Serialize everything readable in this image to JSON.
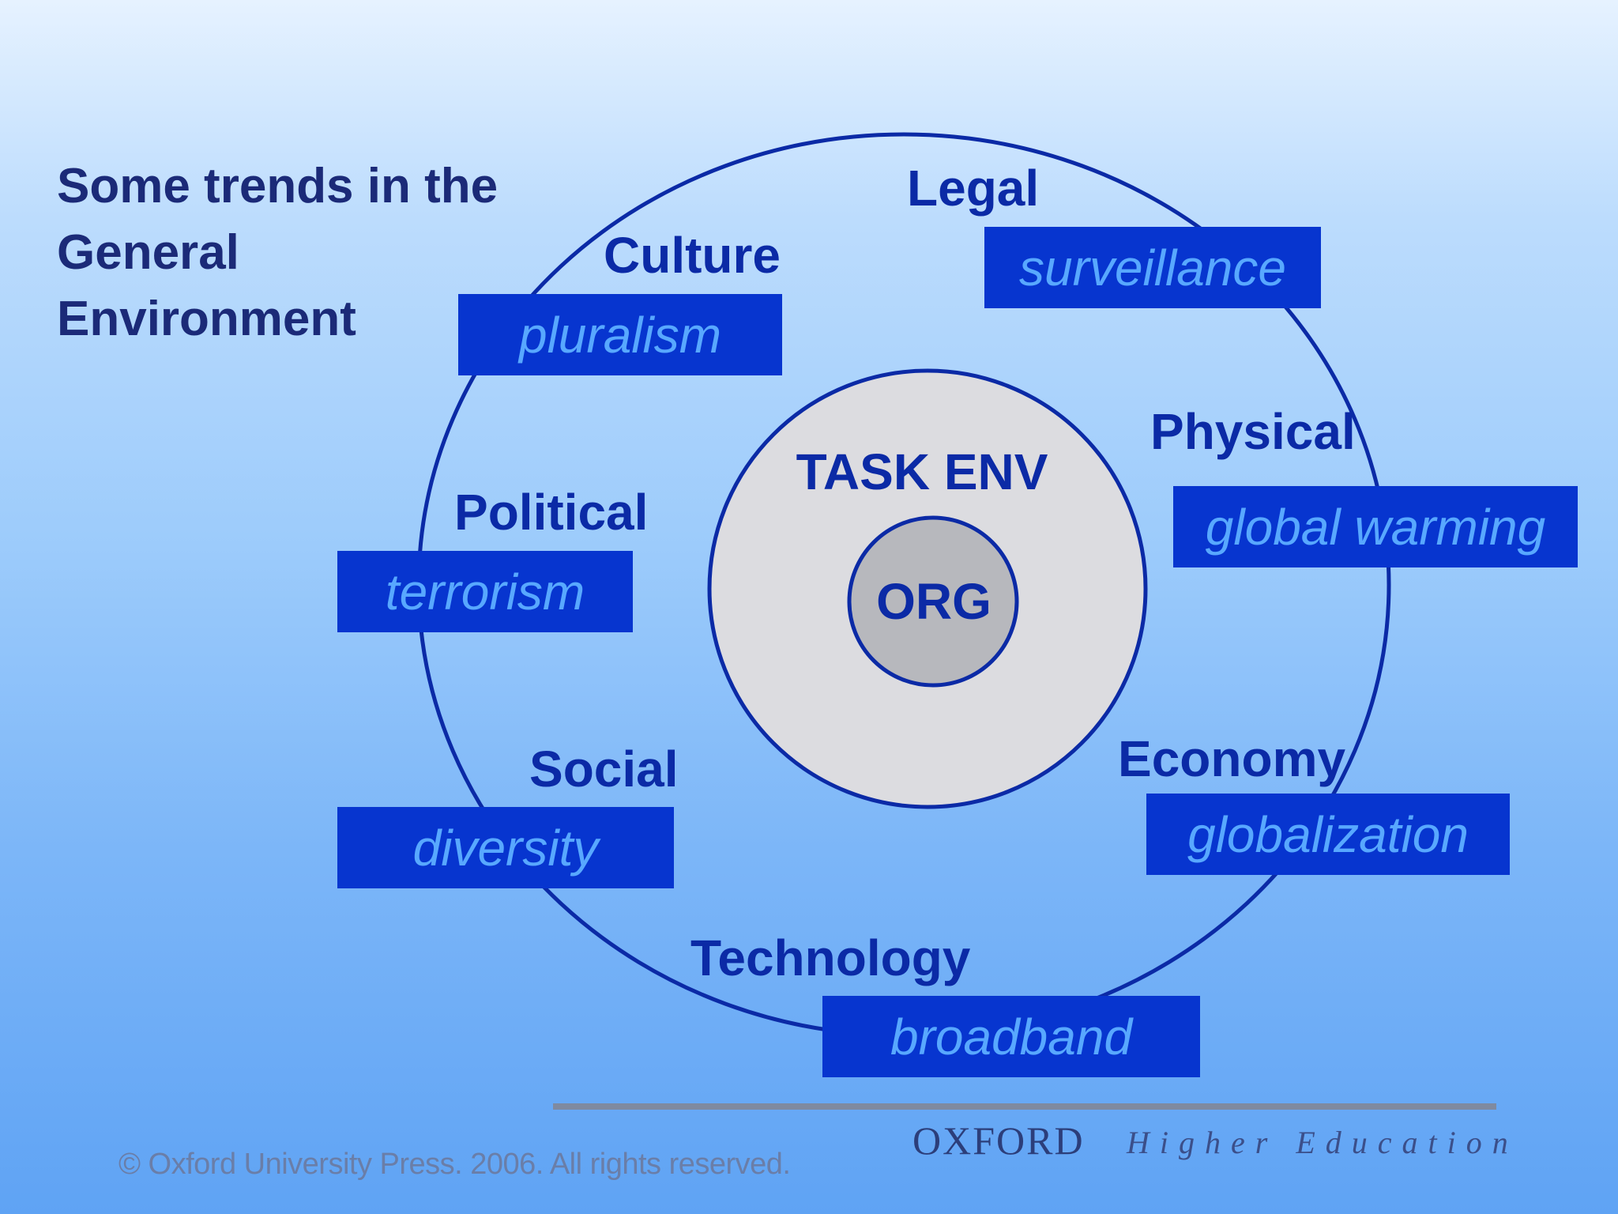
{
  "title": "Some trends in the General Environment",
  "center": {
    "task_env": "TASK ENV",
    "org": "ORG"
  },
  "factors": [
    {
      "category": "Culture",
      "trend": "pluralism"
    },
    {
      "category": "Legal",
      "trend": "surveillance"
    },
    {
      "category": "Physical",
      "trend": "global warming"
    },
    {
      "category": "Political",
      "trend": "terrorism"
    },
    {
      "category": "Social",
      "trend": "diversity"
    },
    {
      "category": "Economy",
      "trend": "globalization"
    },
    {
      "category": "Technology",
      "trend": "broadband"
    }
  ],
  "footer": {
    "copyright": "© Oxford University Press. 2006. All rights reserved.",
    "brand": "OXFORD",
    "brand_sub": "Higher Education"
  },
  "colors": {
    "accent": "#0735cf",
    "heading": "#0b2aa6",
    "tag_text": "#58a8ff",
    "task_env_fill": "#dcdce0",
    "org_fill": "#b7b8bd"
  }
}
